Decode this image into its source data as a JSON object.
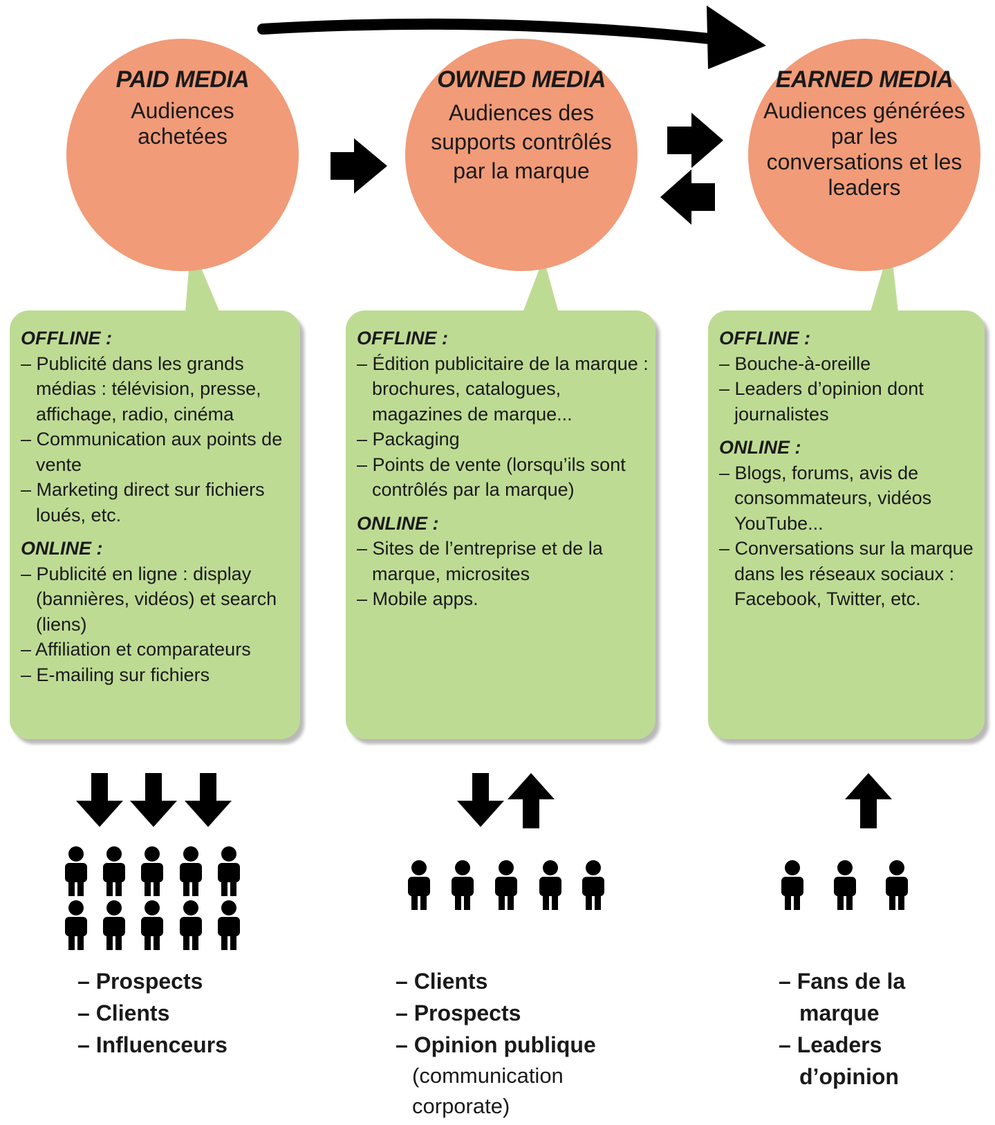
{
  "columns": [
    {
      "title": "PAID MEDIA",
      "subtitle": "Audiences achetées",
      "offline_label": "OFFLINE :",
      "offline_items": [
        "– Publicité dans les grands médias : télévision, presse, affichage, radio, cinéma",
        "– Communication aux points de vente",
        "– Marketing direct sur fichiers loués, etc."
      ],
      "online_label": "ONLINE :",
      "online_items": [
        "– Publicité en ligne : display (bannières, vidéos) et search (liens)",
        "– Affiliation et comparateurs",
        "– E-mailing sur fichiers"
      ],
      "audience": [
        "– Prospects",
        "– Clients",
        "– Influenceurs"
      ],
      "people_count": 10,
      "arrows": [
        "down",
        "down",
        "down"
      ]
    },
    {
      "title": "OWNED MEDIA",
      "subtitle": "Audiences des supports contrôlés par la marque",
      "offline_label": "OFFLINE :",
      "offline_items": [
        "– Édition publicitaire de la marque : brochures, catalogues, magazines de marque...",
        "– Packaging",
        "– Points de vente (lorsqu’ils sont contrôlés par la marque)"
      ],
      "online_label": "ONLINE :",
      "online_items": [
        "– Sites de l’entreprise et de la marque, microsites",
        "– Mobile apps."
      ],
      "audience": [
        "– Clients",
        "– Prospects",
        "– Opinion publique"
      ],
      "audience_note": "(communication corporate)",
      "people_count": 5,
      "arrows": [
        "down",
        "up"
      ]
    },
    {
      "title": "EARNED MEDIA",
      "subtitle": "Audiences générées par les conversations et les leaders",
      "offline_label": "OFFLINE :",
      "offline_items": [
        "– Bouche-à-oreille",
        "– Leaders d’opinion dont journalistes"
      ],
      "online_label": "ONLINE :",
      "online_items": [
        "– Blogs, forums, avis de consommateurs, vidéos YouTube...",
        "– Conversations sur la marque dans les réseaux sociaux : Facebook, Twitter, etc."
      ],
      "audience": [
        "– Fans de la marque",
        "– Leaders d’opinion"
      ],
      "people_count": 3,
      "arrows": [
        "up"
      ]
    }
  ],
  "colors": {
    "circle_fill": "#f19b78",
    "box_fill": "#bedb94",
    "ink": "#000000"
  }
}
